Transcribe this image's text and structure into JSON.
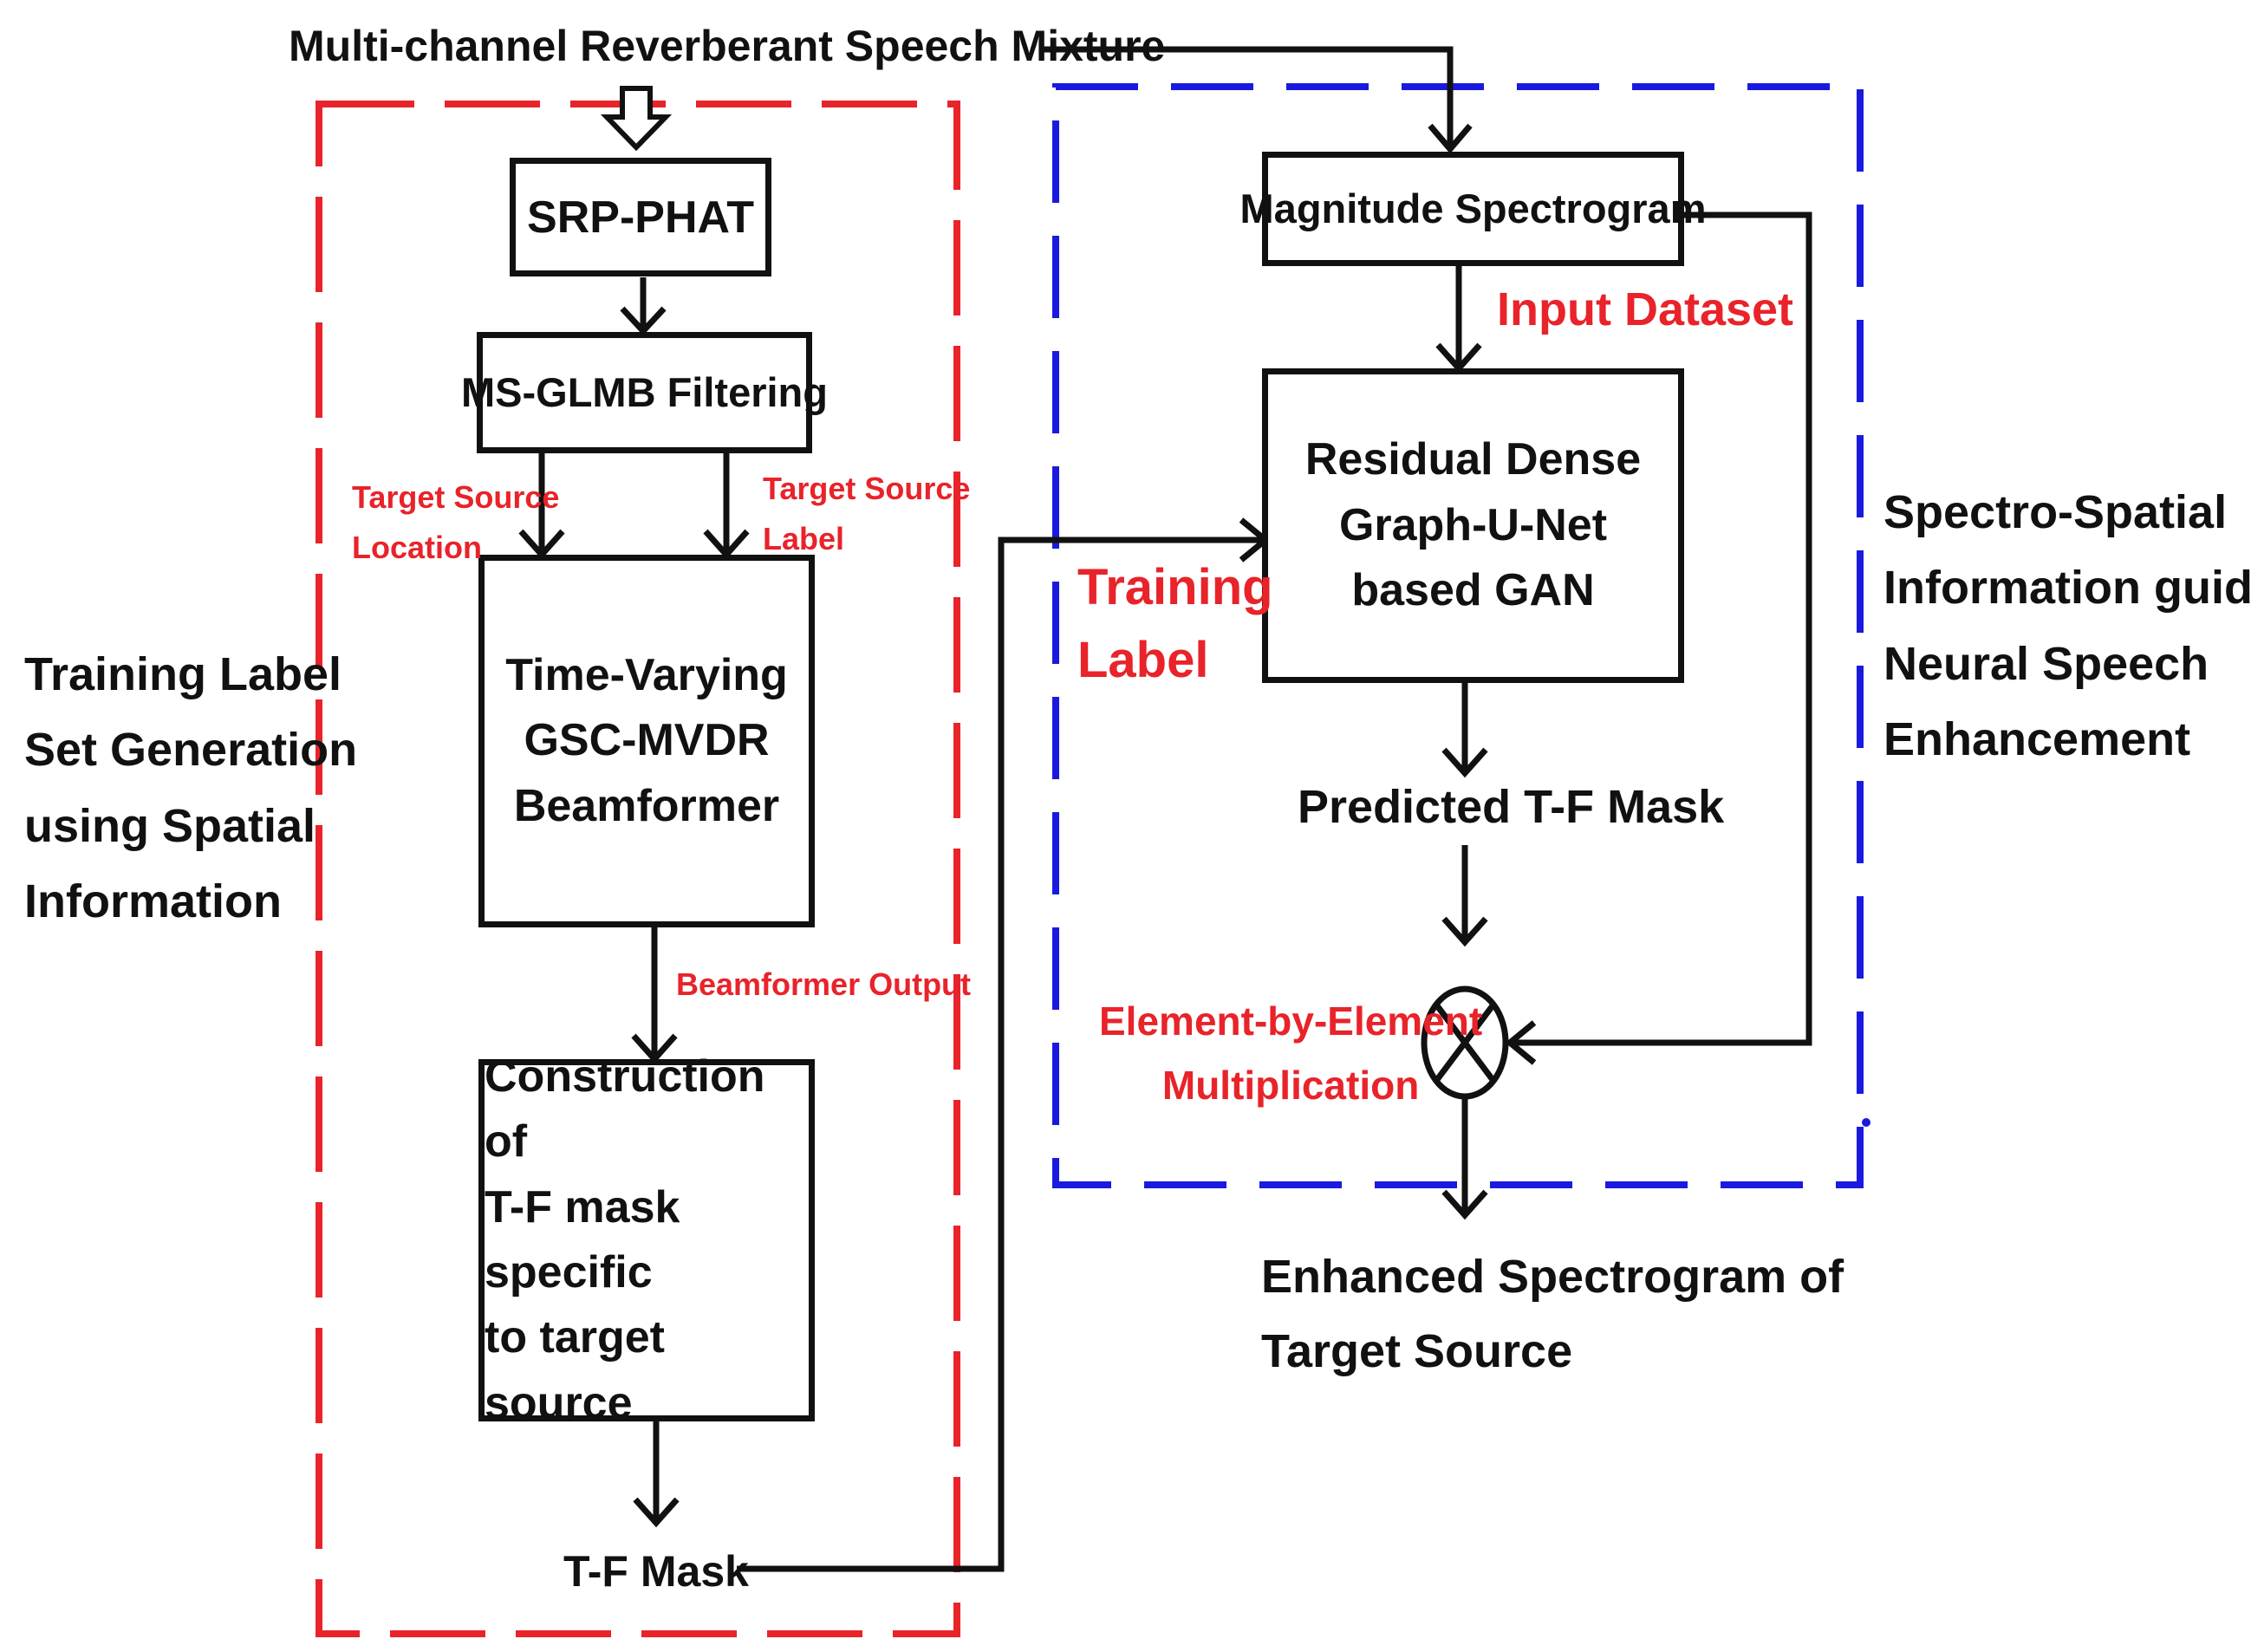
{
  "input_label": "Multi-channel Reverberant Speech Mixture",
  "left_panel": {
    "caption": [
      "Training Label",
      "Set Generation",
      "using Spatial",
      "Information"
    ],
    "srp_phat": "SRP-PHAT",
    "ms_glmb": "MS-GLMB Filtering",
    "target_location": [
      "Target Source",
      "Location"
    ],
    "target_label": [
      "Target Source",
      "Label"
    ],
    "beamformer": [
      "Time-Varying",
      "GSC-MVDR",
      "Beamformer"
    ],
    "beamformer_output": "Beamformer Output",
    "construction": [
      "Construction of",
      "T-F mask specific",
      "to target source"
    ],
    "tf_mask": "T-F Mask"
  },
  "right_panel": {
    "caption": [
      "Spectro-Spatial",
      "Information guided",
      "Neural Speech",
      "Enhancement"
    ],
    "magnitude_spectrogram": "Magnitude Spectrogram",
    "input_dataset": "Input Dataset",
    "gan": [
      "Residual Dense",
      "Graph-U-Net",
      "based GAN"
    ],
    "training_label": [
      "Training",
      "Label"
    ],
    "predicted_mask": "Predicted T-F Mask",
    "element_mult": [
      "Element-by-Element",
      "Multiplication"
    ],
    "enhanced": [
      "Enhanced Spectrogram of",
      "Target Source"
    ]
  },
  "colors": {
    "line": "#111111",
    "left_dashed_border": "#e8232a",
    "right_dashed_border": "#1a1adf",
    "annotation_text": "#e8232a"
  }
}
